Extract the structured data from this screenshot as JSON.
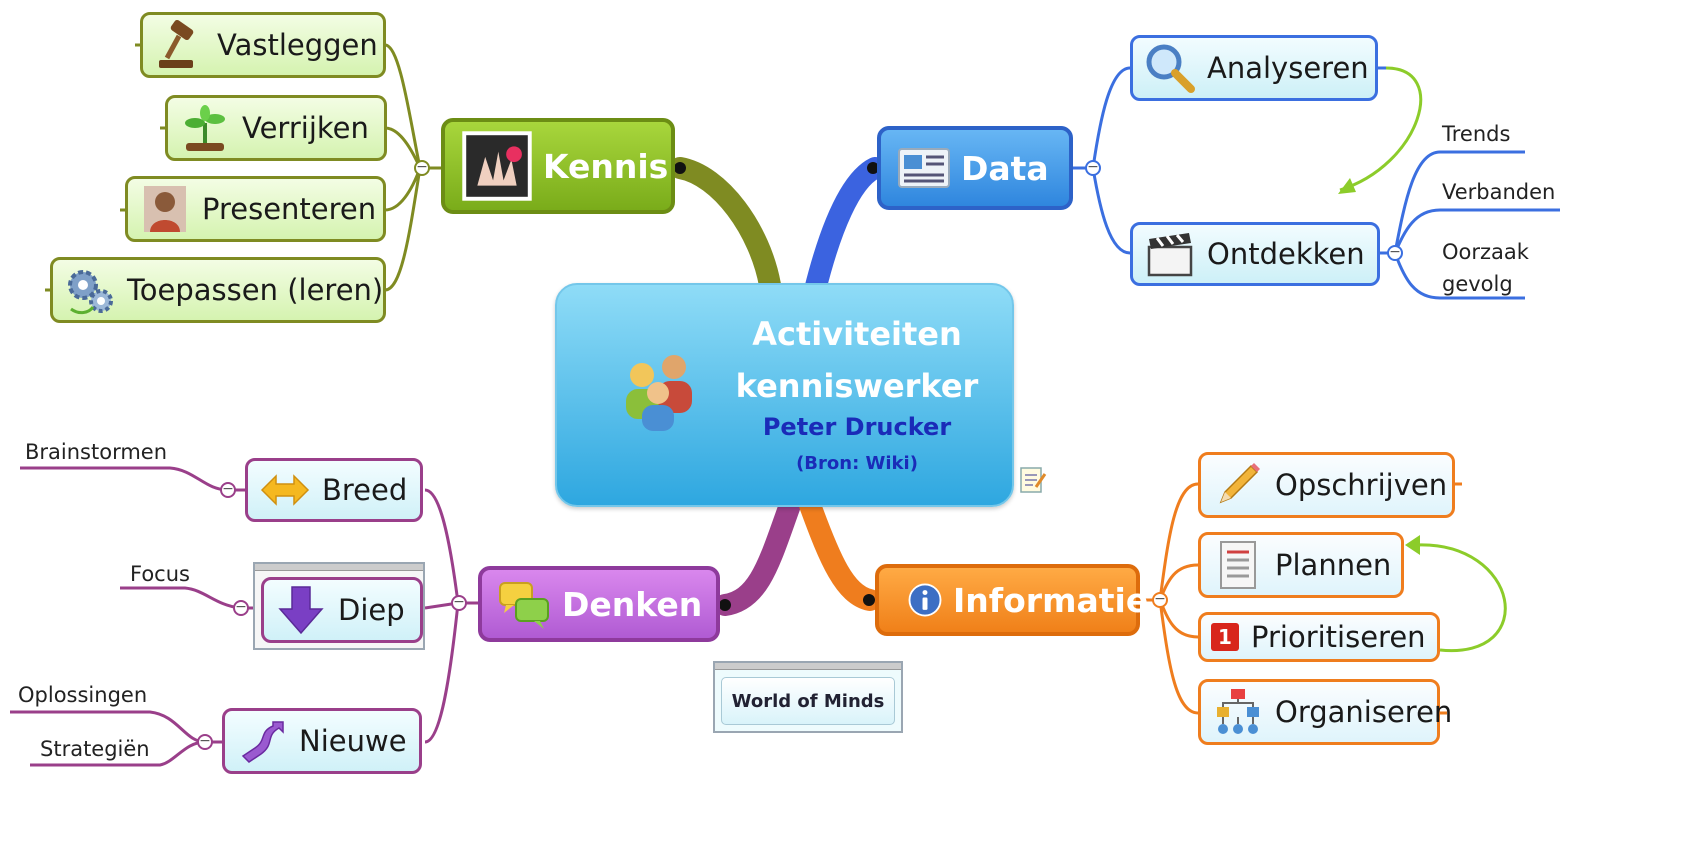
{
  "central": {
    "line1": "Activiteiten",
    "line2": "kenniswerker",
    "line3": "Peter Drucker",
    "line4": "(Bron: Wiki)"
  },
  "branches": {
    "kennis": {
      "label": "Kennis",
      "color": "#7aac1a",
      "children": [
        "Vastleggen",
        "Verrijken",
        "Presenteren",
        "Toepassen (leren)"
      ]
    },
    "data": {
      "label": "Data",
      "color": "#2f86de",
      "children": [
        "Analyseren",
        "Ontdekken"
      ],
      "ontdekken_children": [
        "Trends",
        "Verbanden",
        "Oorzaak\ngevolg"
      ]
    },
    "denken": {
      "label": "Denken",
      "color": "#b05bd3",
      "children": [
        "Breed",
        "Diep",
        "Nieuwe"
      ],
      "breed_children": [
        "Brainstormen"
      ],
      "diep_children": [
        "Focus"
      ],
      "nieuwe_children": [
        "Oplossingen",
        "Strategiën"
      ]
    },
    "informatie": {
      "label": "Informatie",
      "color": "#f08019",
      "children": [
        "Opschrijven",
        "Plannen",
        "Prioritiseren",
        "Organiseren"
      ],
      "prioritiseren_badge": "1"
    }
  },
  "callout": {
    "label": "World of Minds"
  },
  "icons": {
    "central": "people-icon",
    "kennis": "hand-photo-icon",
    "vastleggen": "gavel-icon",
    "verrijken": "plant-icon",
    "presenteren": "presenter-icon",
    "toepassen": "gears-icon",
    "data": "newspaper-icon",
    "analyseren": "magnifier-icon",
    "ontdekken": "clapperboard-icon",
    "denken": "chat-bubbles-icon",
    "breed": "double-arrow-icon",
    "diep": "down-arrow-icon",
    "nieuwe": "s-arrow-icon",
    "informatie": "info-icon",
    "opschrijven": "pencil-icon",
    "plannen": "checklist-icon",
    "prioritiseren": "priority-icon",
    "organiseren": "flowchart-icon",
    "note": "note-icon"
  }
}
